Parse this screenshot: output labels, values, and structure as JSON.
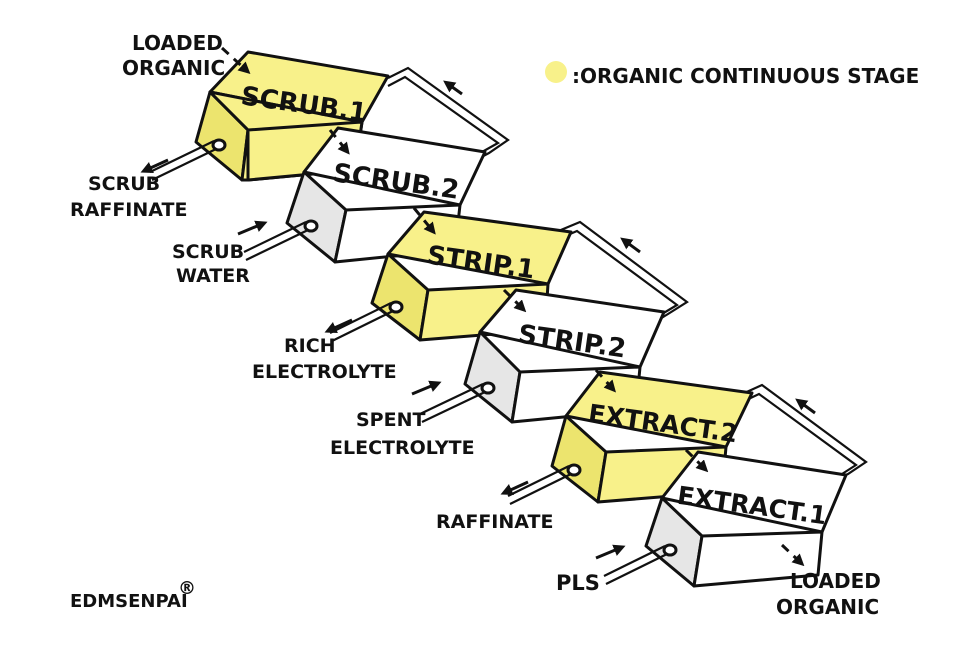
{
  "legend": {
    "text": ":ORGANIC CONTINUOUS STAGE",
    "organic_color": "#f8f18a"
  },
  "colors": {
    "organic": "#f8f18a",
    "aqueous": "#ffffff",
    "side_shade": "#e6e6e6",
    "organic_side_shade": "#ece46e",
    "line": "#111111"
  },
  "stages": [
    {
      "id": "scrub1",
      "label": "SCRUB.1",
      "organic_continuous": true
    },
    {
      "id": "scrub2",
      "label": "SCRUB.2",
      "organic_continuous": false
    },
    {
      "id": "strip1",
      "label": "STRIP.1",
      "organic_continuous": true
    },
    {
      "id": "strip2",
      "label": "STRIP.2",
      "organic_continuous": false
    },
    {
      "id": "extract2",
      "label": "EXTRACT.2",
      "organic_continuous": true
    },
    {
      "id": "extract1",
      "label": "EXTRACT.1",
      "organic_continuous": false
    }
  ],
  "streams": {
    "loaded_organic_in": [
      "LOADED",
      "ORGANIC"
    ],
    "scrub_raffinate": [
      "SCRUB",
      "RAFFINATE"
    ],
    "scrub_water": [
      "SCRUB",
      "WATER"
    ],
    "rich_electrolyte": [
      "RICH",
      "ELECTROLYTE"
    ],
    "spent_electrolyte": [
      "SPENT",
      "ELECTROLYTE"
    ],
    "raffinate": [
      "RAFFINATE"
    ],
    "pls": [
      "PLS"
    ],
    "loaded_organic_out": [
      "LOADED",
      "ORGANIC"
    ]
  },
  "watermark": "EDMSENPAI",
  "watermark_mark": "®"
}
